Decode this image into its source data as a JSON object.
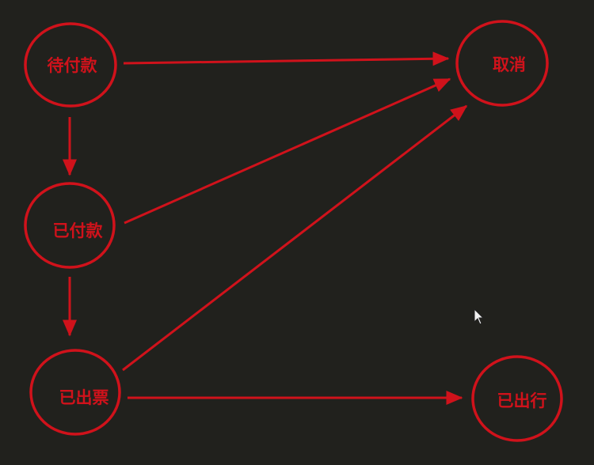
{
  "colors": {
    "background": "#21211d",
    "stroke": "#d0121b",
    "text": "#d0121b",
    "cursor_fill": "#f2f2f2",
    "cursor_outline": "#222222"
  },
  "nodes": {
    "pending_payment": {
      "label": "待付款"
    },
    "paid": {
      "label": "已付款"
    },
    "ticketed": {
      "label": "已出票"
    },
    "cancelled": {
      "label": "取消"
    },
    "departed": {
      "label": "已出行"
    }
  },
  "edges": [
    {
      "from": "pending_payment",
      "to": "cancelled"
    },
    {
      "from": "pending_payment",
      "to": "paid"
    },
    {
      "from": "paid",
      "to": "cancelled"
    },
    {
      "from": "paid",
      "to": "ticketed"
    },
    {
      "from": "ticketed",
      "to": "cancelled"
    },
    {
      "from": "ticketed",
      "to": "departed"
    }
  ],
  "cursor": {
    "icon": "mouse-pointer-icon"
  }
}
